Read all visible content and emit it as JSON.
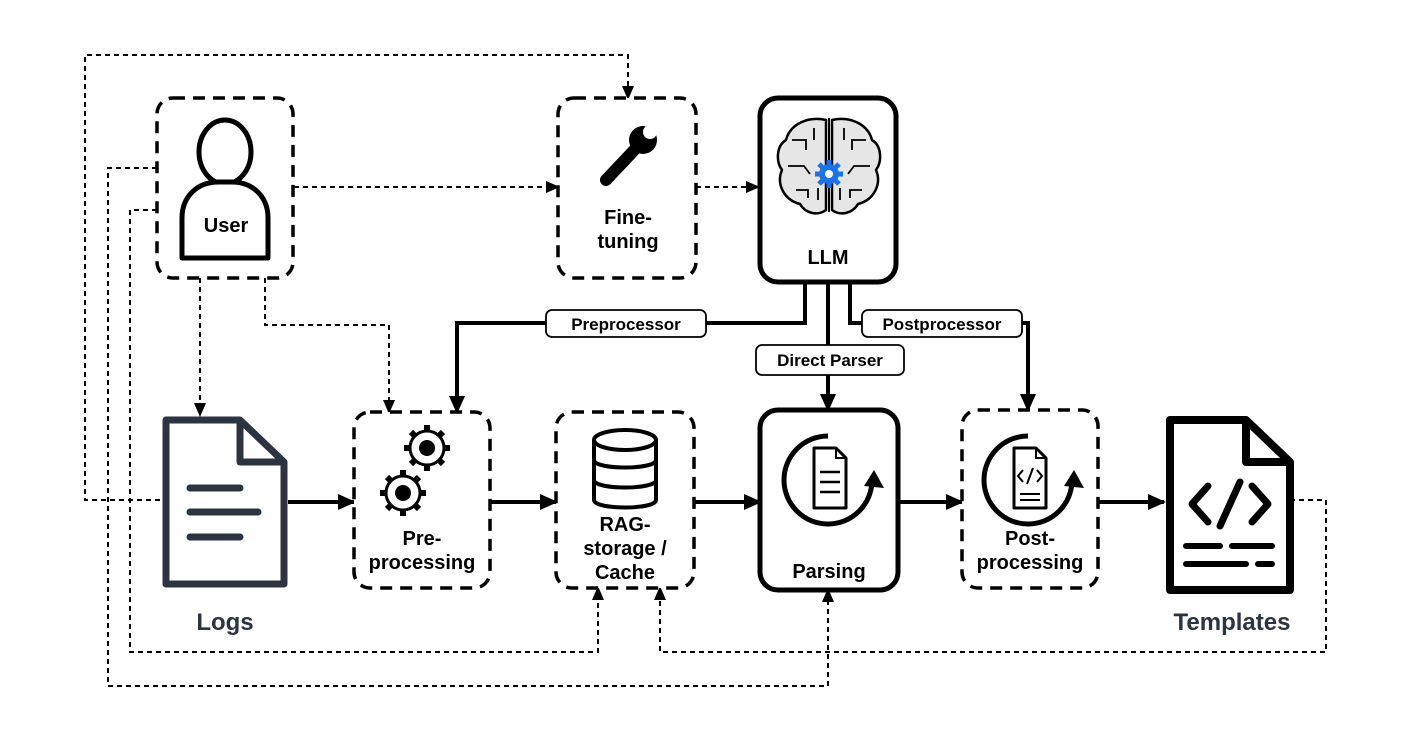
{
  "colors": {
    "stroke": "#000000",
    "navy": "#2c3441",
    "gear_blue": "#1a73e8",
    "brain_fill": "#e6e6e6"
  },
  "nodes": {
    "user": "User",
    "finetuning_line1": "Fine-",
    "finetuning_line2": "tuning",
    "llm": "LLM",
    "logs": "Logs",
    "preprocessing_line1": "Pre-",
    "preprocessing_line2": "processing",
    "rag_line1": "RAG-",
    "rag_line2": "storage /",
    "rag_line3": "Cache",
    "parsing": "Parsing",
    "postprocessing_line1": "Post-",
    "postprocessing_line2": "processing",
    "templates": "Templates"
  },
  "edge_labels": {
    "preprocessor": "Preprocessor",
    "direct_parser": "Direct Parser",
    "postprocessor": "Postprocessor"
  },
  "icons": {
    "user": "user-icon",
    "finetuning": "wrench-icon",
    "llm": "brain-gear-icon",
    "logs": "document-lines-icon",
    "preprocessing": "gears-icon",
    "rag": "database-icon",
    "parsing": "document-cycle-icon",
    "postprocessing": "code-document-cycle-icon",
    "templates": "code-document-icon"
  }
}
